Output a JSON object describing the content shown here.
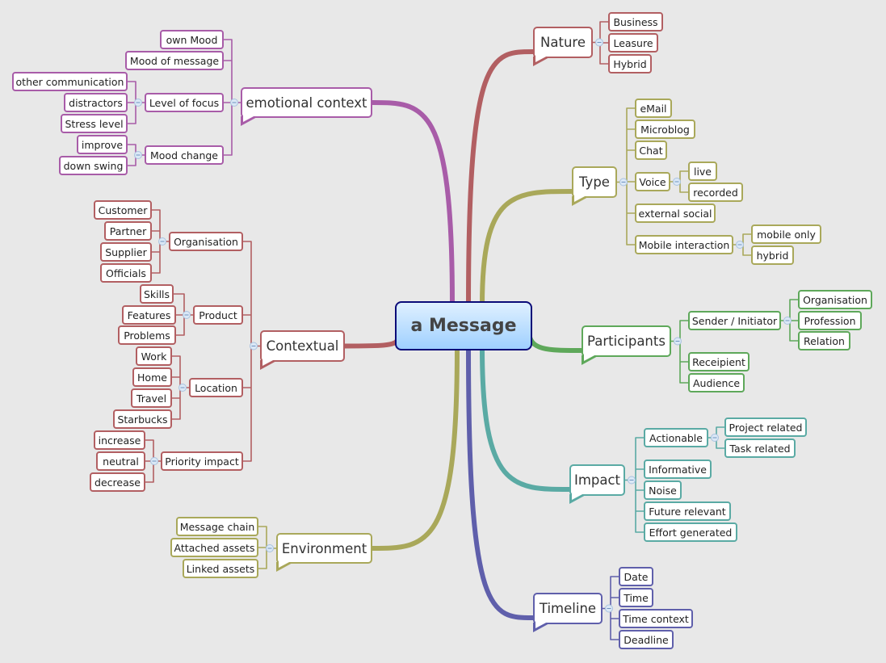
{
  "title": "a Message",
  "collapse_icon": "minus-circle",
  "branches": {
    "nature": {
      "label": "Nature",
      "color": "#b25f62",
      "children": [
        {
          "label": "Business"
        },
        {
          "label": "Leasure"
        },
        {
          "label": "Hybrid"
        }
      ]
    },
    "type": {
      "label": "Type",
      "color": "#a9a85a",
      "children": [
        {
          "label": "eMail"
        },
        {
          "label": "Microblog"
        },
        {
          "label": "Chat"
        },
        {
          "label": "Voice",
          "children": [
            {
              "label": "live"
            },
            {
              "label": "recorded"
            }
          ]
        },
        {
          "label": "external social"
        },
        {
          "label": "Mobile interaction",
          "children": [
            {
              "label": "mobile only"
            },
            {
              "label": "hybrid"
            }
          ]
        }
      ]
    },
    "participants": {
      "label": "Participants",
      "color": "#5ea85a",
      "children": [
        {
          "label": "Sender / Initiator",
          "children": [
            {
              "label": "Organisation"
            },
            {
              "label": "Profession"
            },
            {
              "label": "Relation"
            }
          ]
        },
        {
          "label": "Receipient"
        },
        {
          "label": "Audience"
        }
      ]
    },
    "impact": {
      "label": "Impact",
      "color": "#5aaaa4",
      "children": [
        {
          "label": "Actionable",
          "children": [
            {
              "label": "Project related"
            },
            {
              "label": "Task related"
            }
          ]
        },
        {
          "label": "Informative"
        },
        {
          "label": "Noise"
        },
        {
          "label": "Future relevant"
        },
        {
          "label": "Effort generated"
        }
      ]
    },
    "timeline": {
      "label": "Timeline",
      "color": "#5f5fab",
      "children": [
        {
          "label": "Date"
        },
        {
          "label": "Time"
        },
        {
          "label": "Time context"
        },
        {
          "label": "Deadline"
        }
      ]
    },
    "environment": {
      "label": "Environment",
      "color": "#a9a85a",
      "children": [
        {
          "label": "Message chain"
        },
        {
          "label": "Attached assets"
        },
        {
          "label": "Linked assets"
        }
      ]
    },
    "contextual": {
      "label": "Contextual",
      "color": "#b25f62",
      "children": [
        {
          "label": "Organisation",
          "children": [
            {
              "label": "Customer"
            },
            {
              "label": "Partner"
            },
            {
              "label": "Supplier"
            },
            {
              "label": "Officials"
            }
          ]
        },
        {
          "label": "Product",
          "children": [
            {
              "label": "Skills"
            },
            {
              "label": "Features"
            },
            {
              "label": "Problems"
            }
          ]
        },
        {
          "label": "Location",
          "children": [
            {
              "label": "Work"
            },
            {
              "label": "Home"
            },
            {
              "label": "Travel"
            },
            {
              "label": "Starbucks"
            }
          ]
        },
        {
          "label": "Priority impact",
          "children": [
            {
              "label": "increase"
            },
            {
              "label": "neutral"
            },
            {
              "label": "decrease"
            }
          ]
        }
      ]
    },
    "emotional": {
      "label": "emotional context",
      "color": "#a85ca8",
      "children": [
        {
          "label": "own Mood"
        },
        {
          "label": "Mood of message"
        },
        {
          "label": "Level of focus",
          "children": [
            {
              "label": "other communication"
            },
            {
              "label": "distractors"
            },
            {
              "label": "Stress level"
            }
          ]
        },
        {
          "label": "Mood change",
          "children": [
            {
              "label": "improve"
            },
            {
              "label": "down swing"
            }
          ]
        }
      ]
    }
  }
}
